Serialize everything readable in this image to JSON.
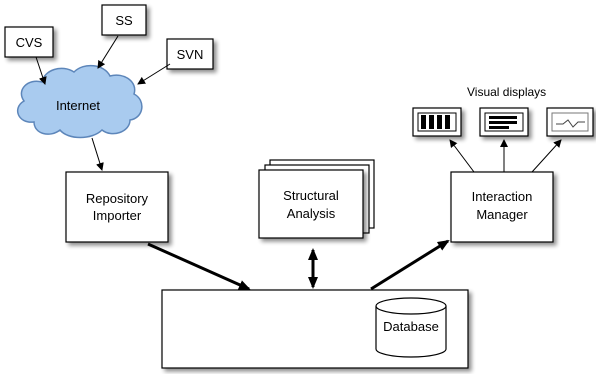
{
  "nodes": {
    "cvs": "CVS",
    "ss": "SS",
    "svn": "SVN",
    "internet": "Internet",
    "repository_importer": [
      "Repository",
      "Importer"
    ],
    "structural_analysis": [
      "Structural",
      "Analysis"
    ],
    "interaction_manager": [
      "Interaction",
      "Manager"
    ],
    "database": "Database"
  },
  "labels": {
    "visual_displays": "Visual displays"
  },
  "colors": {
    "cloud_fill": "#a9cbef",
    "cloud_stroke": "#5d86ba",
    "box_fill": "#ffffff",
    "stroke": "#000000",
    "shadow": "#9a9a9a"
  },
  "icons": [
    "bar-display-icon",
    "list-display-icon",
    "line-chart-display-icon"
  ]
}
